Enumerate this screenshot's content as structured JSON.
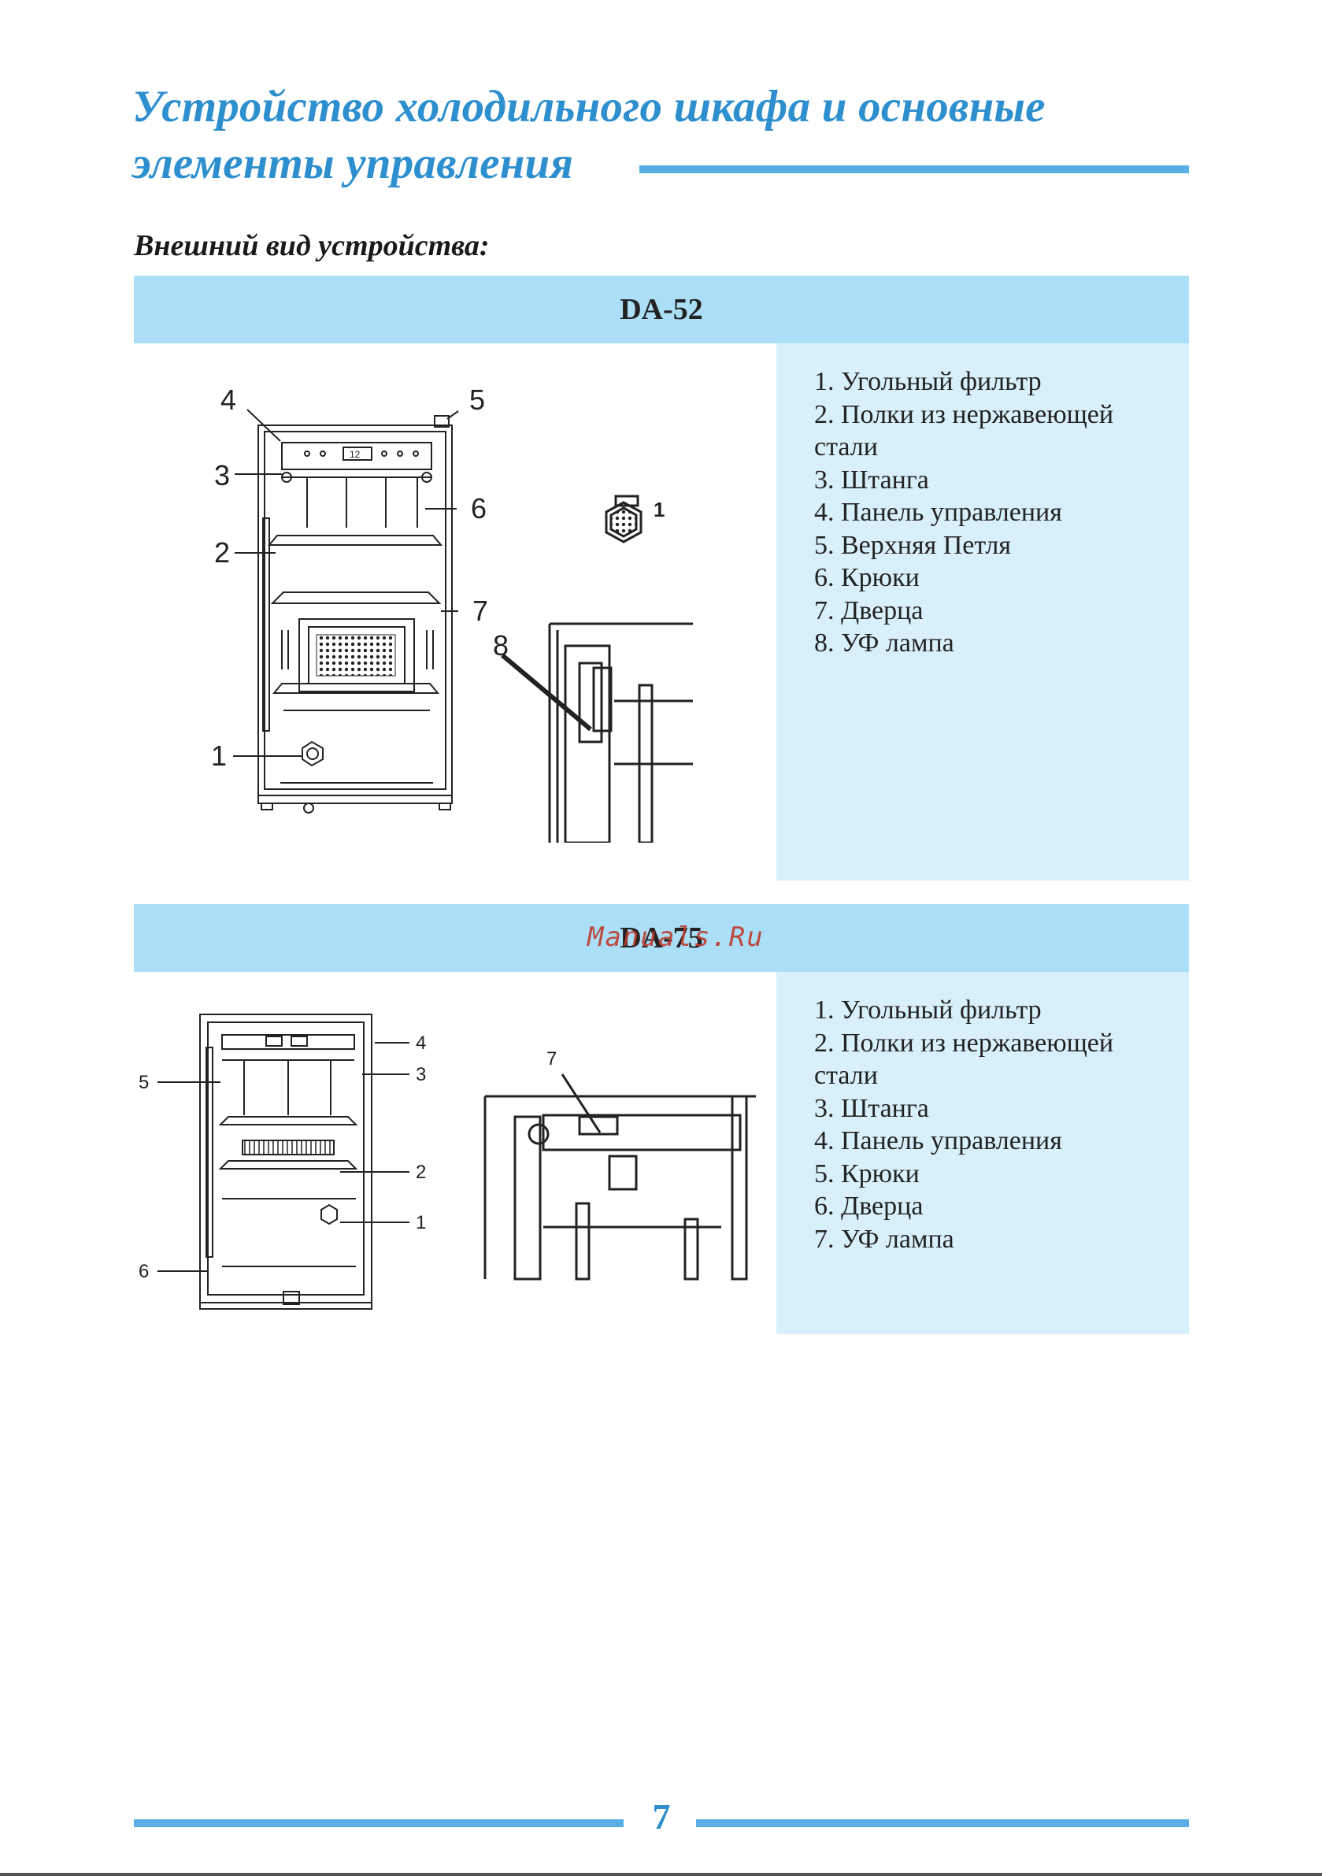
{
  "header": {
    "title_line1": "Устройство холодильного шкафа и основные",
    "title_line2": "элементы управления"
  },
  "section_label": "Внешний вид устройства:",
  "models": [
    {
      "name": "DA-52",
      "parts": [
        "1. Угольный фильтр",
        "2. Полки из нержавеющей",
        "стали",
        "3. Штанга",
        "4. Панель управления",
        "5. Верхняя Петля",
        "6. Крюки",
        "7. Дверца",
        "8. УФ лампа"
      ],
      "callouts": [
        "1",
        "2",
        "3",
        "4",
        "5",
        "6",
        "7",
        "8"
      ],
      "display_reading": "12"
    },
    {
      "name": "DA-75",
      "parts": [
        "1. Угольный фильтр",
        "2. Полки из нержавеющей",
        "стали",
        "3. Штанга",
        "4. Панель управления",
        "5. Крюки",
        "6. Дверца",
        "7. УФ лампа"
      ],
      "callouts": [
        "1",
        "2",
        "3",
        "4",
        "5",
        "6",
        "7"
      ]
    }
  ],
  "watermark": "Manuals.Ru",
  "page_number": "7",
  "colors": {
    "accent": "#2e8fcf",
    "rule": "#5aaee6",
    "band": "#aadff7",
    "panel": "#d8f0fb"
  }
}
